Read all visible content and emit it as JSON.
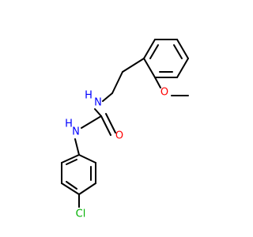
{
  "molecule": {
    "atom_labels": {
      "nh_top": "N",
      "h_top": "H",
      "nh_bottom": "N",
      "h_bottom": "H",
      "oxygen_carbonyl": "O",
      "oxygen_methoxy": "O",
      "chlorine": "Cl"
    },
    "colors": {
      "nitrogen": "#0000ff",
      "oxygen": "#ff0000",
      "chlorine": "#00b000",
      "bond": "#000000",
      "background": "#ffffff"
    }
  }
}
